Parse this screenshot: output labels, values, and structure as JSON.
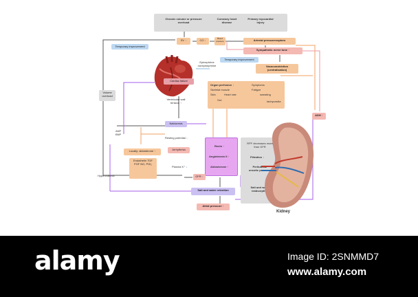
{
  "top_causes": {
    "chronic": "Chronic volume or pressure overload",
    "coronary": "Coronary heart disease",
    "primary": "Primary myocardial injury"
  },
  "nodes": {
    "sv": "SV",
    "co": "CO",
    "blood_pressure": "Blood pressure",
    "arterial_baroreceptors": "Arterial pressoreceptors",
    "sympathetic": "Sympathetic nerve tone",
    "temp_improvement_left": "Temporary improvement",
    "temp_improvement_mid": "Temporary improvement",
    "vasoconstriction": "Vasoconstriction (centralization)",
    "epinephrine": "Epinephrine norepinephrine",
    "cardiac_failure": "Cardiac failure",
    "volume_overload": "Volume overload",
    "ventricular_wall": "Ventricular wall tension",
    "organ_perfusion": "Organ perfusion",
    "skeletal_muscle": "Skeletal muscle",
    "skin": "Skin",
    "heart_rate": "Heart rate",
    "gut": "Gut",
    "symptoms": "Symptoms",
    "fatigue": "Fatigue",
    "sweating": "sweating",
    "tachycardia": "tachycardia",
    "adh": "ADH",
    "anp_bnp": "ANP BNP",
    "natriuresis": "Natriuresis",
    "resting_potential": "Resting potential",
    "arrhythmia": "Arrhythmia",
    "locally_aldosterone": "Locally: aldosterone",
    "endothelin": "Endothelin TGF FGF NO, PGI₂",
    "plasma_k": "Plasma K⁺",
    "hypervolemia": "Hypervolemia",
    "renin": "Renin",
    "angiotensin": "Angiotensin II",
    "aldosterone": "Aldosterone",
    "gfr": "GFR",
    "rpf": "RPF decreases more than GFR",
    "filtration": "Filtration",
    "peritubular": "Peritubular oncotic pressure",
    "salt_reabsorption": "Salt and water reabsorption",
    "salt_retention": "Salt and water retention",
    "atrial_pressure": "Atrial pressure",
    "kidney": "Kidney"
  },
  "footer": {
    "brand": "alamy",
    "image_id": "Image ID: 2SNMMD7",
    "site": "www.alamy.com"
  },
  "colors": {
    "orange_box": "#f6c79b",
    "pink_box": "#f4b9b2",
    "blue_box": "#bcd8f2",
    "purple_box": "#e7a7f0",
    "lavender_box": "#cbc0f2",
    "gray_box": "#dcdcdc",
    "line_gray": "#555555",
    "line_purple": "#a45ee8",
    "line_orange": "#f0a060",
    "line_pink": "#e89aa0"
  }
}
